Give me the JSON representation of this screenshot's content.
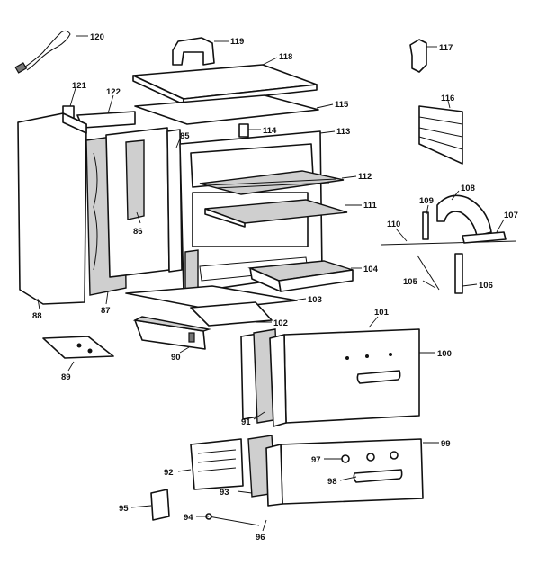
{
  "callouts": {
    "c120": "120",
    "c119": "119",
    "c118": "118",
    "c117": "117",
    "c121": "121",
    "c122": "122",
    "c115": "115",
    "c116": "116",
    "c114": "114",
    "c85": "85",
    "c113": "113",
    "c112": "112",
    "c111": "111",
    "c109": "109",
    "c108": "108",
    "c107": "107",
    "c110": "110",
    "c86": "86",
    "c105": "105",
    "c106": "106",
    "c104": "104",
    "c103": "103",
    "c88": "88",
    "c87": "87",
    "c102": "102",
    "c101": "101",
    "c100": "100",
    "c90": "90",
    "c89": "89",
    "c91": "91",
    "c99": "99",
    "c97": "97",
    "c92": "92",
    "c98": "98",
    "c93": "93",
    "c95": "95",
    "c94": "94",
    "c96": "96"
  },
  "colors": {
    "line": "#111111",
    "shade": "#cfcfcf",
    "dark": "#777777",
    "paper": "#ffffff"
  }
}
